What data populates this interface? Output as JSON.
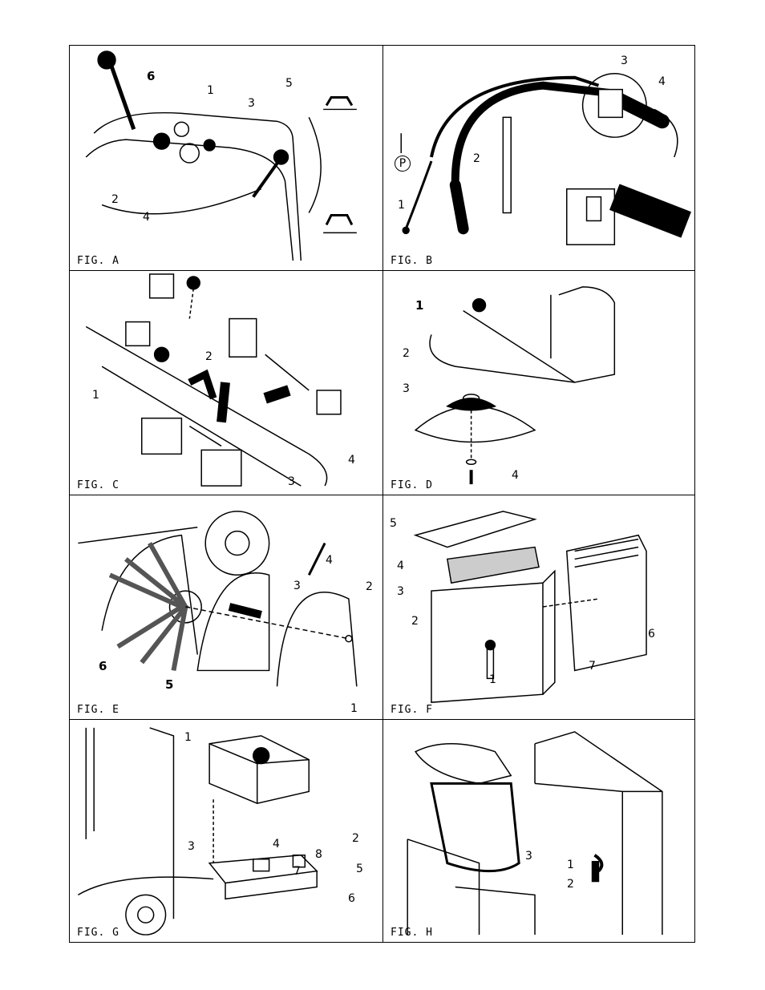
{
  "figures": [
    {
      "label": "FIG. A",
      "callouts": [
        "6",
        "1",
        "3",
        "5",
        "2",
        "4"
      ]
    },
    {
      "label": "FIG. B",
      "callouts": [
        "3",
        "4",
        "2",
        "1"
      ],
      "parking_symbol": "P"
    },
    {
      "label": "FIG. C",
      "callouts": [
        "2",
        "1",
        "4",
        "3"
      ]
    },
    {
      "label": "FIG. D",
      "callouts": [
        "1",
        "2",
        "3",
        "4"
      ]
    },
    {
      "label": "FIG. E",
      "callouts": [
        "4",
        "3",
        "2",
        "6",
        "5",
        "1"
      ]
    },
    {
      "label": "FIG. F",
      "callouts": [
        "5",
        "4",
        "3",
        "2",
        "7",
        "6",
        "1"
      ]
    },
    {
      "label": "FIG. G",
      "callouts": [
        "1",
        "2",
        "3",
        "4",
        "8",
        "7",
        "5",
        "6"
      ]
    },
    {
      "label": "FIG. H",
      "callouts": [
        "3",
        "1",
        "2"
      ]
    }
  ]
}
